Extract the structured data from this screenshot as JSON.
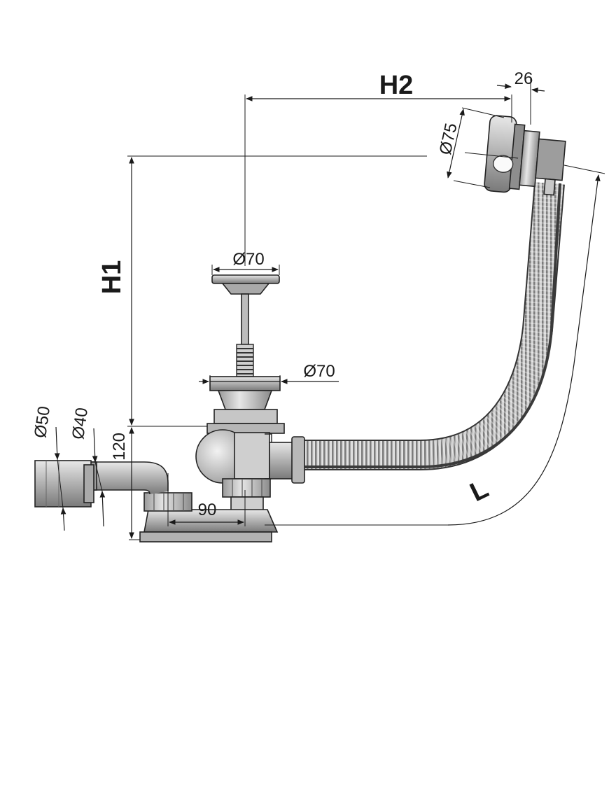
{
  "dimensions": {
    "H1": "H1",
    "H2": "H2",
    "L": "L",
    "d26": "26",
    "d75": "Ø75",
    "plug_d70": "Ø70",
    "waste_d70": "Ø70",
    "pipe_d50": "Ø50",
    "pipe_d40": "Ø40",
    "h120": "120",
    "w90": "90"
  },
  "colors": {
    "line": "#1a1a1a",
    "metal_light": "#d9d9d9",
    "metal_mid": "#a8a8a8",
    "metal_dark": "#6e6e6e",
    "hose": "#bdbdbd"
  }
}
